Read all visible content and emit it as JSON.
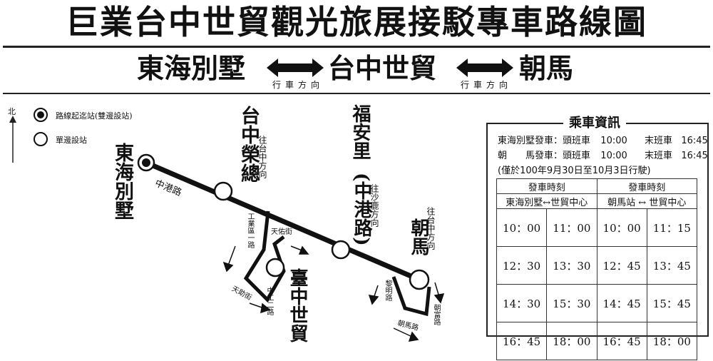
{
  "title": "巨業台中世貿觀光旅展接駁專車路線圖",
  "route": {
    "stop_a": "東海別墅",
    "stop_b": "台中世貿",
    "stop_c": "朝馬",
    "direction_label_1": "行車方向",
    "direction_label_2": "行車方向"
  },
  "legend": {
    "north": "北",
    "double_stop": "路線起迄站(雙邊設站)",
    "single_stop": "單邊設站"
  },
  "map": {
    "stop_donghai": "東海別墅",
    "stop_rongzong": "台中榮總",
    "stop_rongzong_dir": "往台中方向",
    "stop_fuan": "福安里",
    "stop_fuan_paren": "(中港路)",
    "stop_fuan_dir": "往沙鹿方向",
    "stop_chaoma": "朝馬",
    "stop_chaoma_dir": "往台中方向",
    "stop_expo": "臺中世貿",
    "road_zhonggang": "中港路",
    "road_gongye": "工業區一路",
    "road_tianyou": "天佑街",
    "road_tianzhu": "天助街",
    "road_zhonggong2": "中工二路",
    "road_liming": "黎明路",
    "road_chaofu": "朝富路",
    "road_chaoma": "朝馬路"
  },
  "info": {
    "heading": "乘車資訊",
    "line1_station": "東海別墅發車：頭班車",
    "line1_first": "10:00",
    "line1_last_label": "末班車",
    "line1_last": "16:45",
    "line2_station": "朝　　馬發車：頭班車",
    "line2_first": "10:00",
    "line2_last_label": "末班車",
    "line2_last": "16:45",
    "note": "(僅於100年9月30日至10月3日行駛)"
  },
  "schedule": {
    "group_left": "發車時刻",
    "group_right": "發車時刻",
    "sub_left": "東海別墅↔世貿中心",
    "sub_right": "朝馬站 ↔ 世貿中心",
    "rows": [
      [
        "10：00",
        "11：00",
        "10：00",
        "11：15"
      ],
      [
        "12：30",
        "13：30",
        "12：45",
        "13：45"
      ],
      [
        "14：30",
        "15：30",
        "14：45",
        "15：45"
      ],
      [
        "16：45",
        "18：00",
        "16：45",
        "18：00"
      ]
    ]
  }
}
